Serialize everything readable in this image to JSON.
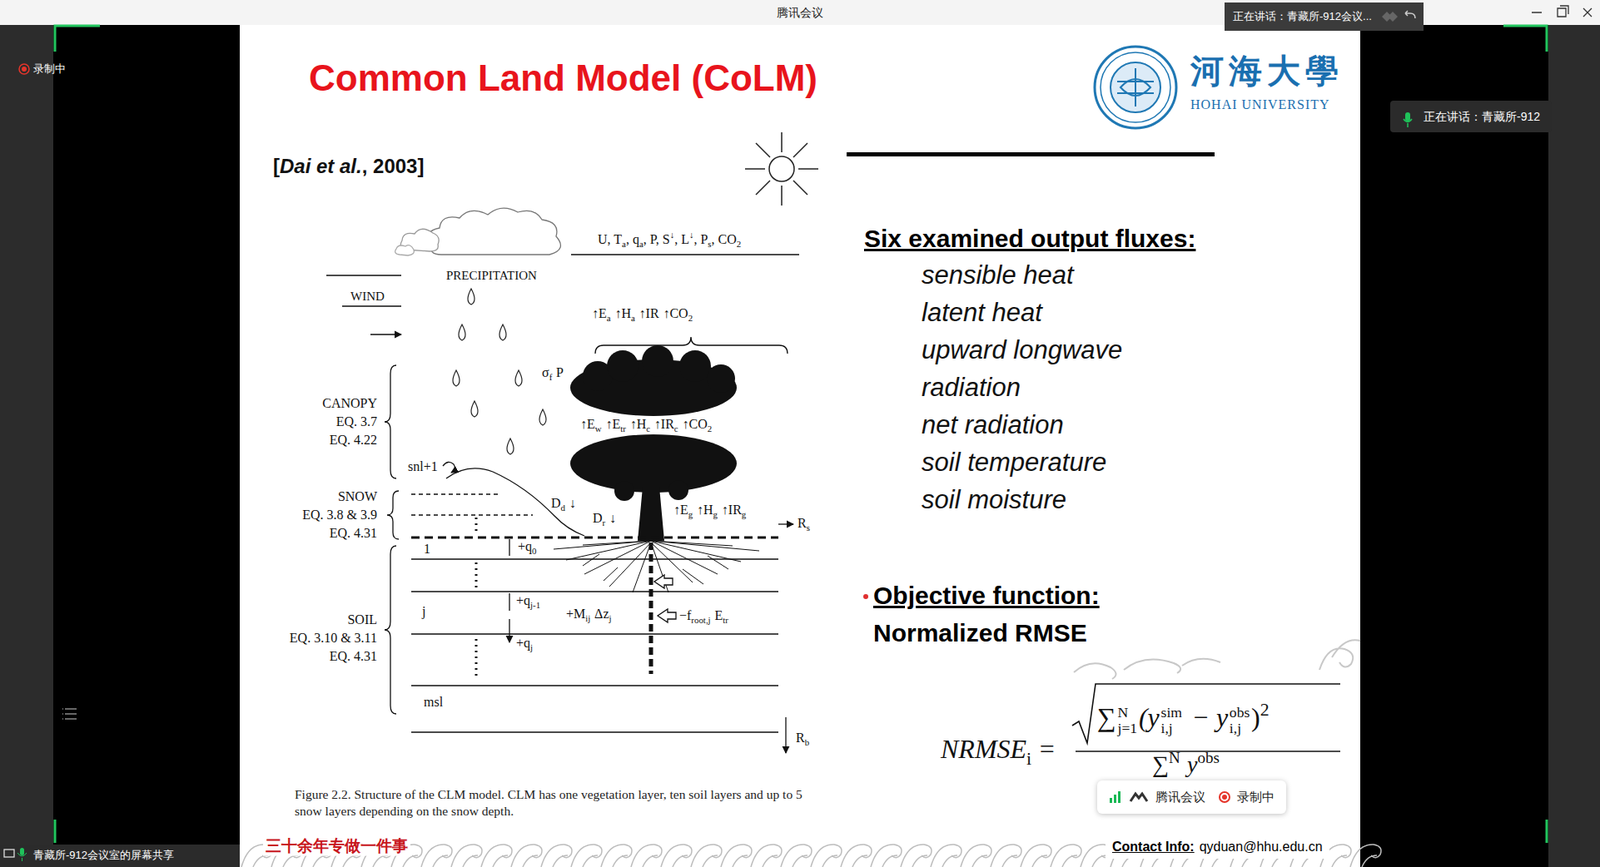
{
  "diagram": {
    "title": "Common Land Model (CoLM)",
    "caption": "Figure 2.2. Structure of the CLM model. CLM has one vegetation layer, ten soil layers and up to 5 snow layers depending on the snow depth.",
    "nodes": [
      {
        "text": [
          "正在讲话：青藏所-912会议..."
        ]
      },
      {
        "text": [
          "正在讲话：青藏所-912"
        ]
      },
      {
        "text": [
          "腾讯会议",
          "录制中"
        ]
      },
      {
        "text": [
          "Contact Info:",
          "qyduan@hhu.edu.cn"
        ]
      }
    ],
    "labels": [
      "腾讯会议",
      "录制中",
      "[",
      "Dai et al.",
      ", 2003]",
      "河海大學",
      "HOHAI UNIVERSITY",
      "U, T",
      "a",
      ", q",
      "a",
      ", P, S",
      "↓",
      ", L",
      "↓",
      ", P",
      "s",
      ", CO",
      "2",
      "PRECIPITATION",
      "WIND",
      "↑E",
      "a",
      "↑H",
      "a",
      "↑IR",
      "↑CO",
      "2",
      "σ",
      "f",
      "P",
      "CANOPY",
      "EQ. 3.7",
      "EQ. 4.22",
      "↑E",
      "w",
      "↑E",
      "tr",
      "↑H",
      "c",
      "↑IR",
      "c",
      "↑CO",
      "2",
      "snl+1",
      "SNOW",
      "EQ. 3.8 & 3.9",
      "EQ. 4.31",
      "D",
      "d",
      "↓",
      "D",
      "r",
      "↓",
      "↑E",
      "g",
      "↑H",
      "g",
      "↑IR",
      "g",
      "R",
      "s",
      "1",
      "+q",
      "0",
      "j",
      "+q",
      "j-1",
      "+M",
      "ij",
      "Δz",
      "j",
      "−f",
      "root,j",
      "E",
      "tr",
      "SOIL",
      "EQ. 3.10 & 3.11",
      "EQ. 4.31",
      "+q",
      "j",
      "msl",
      "R",
      "b",
      "Six examined output fluxes:",
      "sensible heat",
      "latent heat",
      "upward longwave",
      "radiation",
      "net radiation",
      "soil temperature",
      "soil moisture",
      "Objective function:",
      "Normalized RMSE",
      "NRMSE",
      "i",
      "=",
      "∑",
      "N",
      "j=1",
      "(y",
      "sim",
      "i,j",
      "− y",
      "obs",
      "i,j",
      ")",
      "2",
      "∑",
      "N",
      "y",
      "obs",
      "三十余年专做一件事",
      "青藏所-912会议室的屏幕共享"
    ]
  }
}
